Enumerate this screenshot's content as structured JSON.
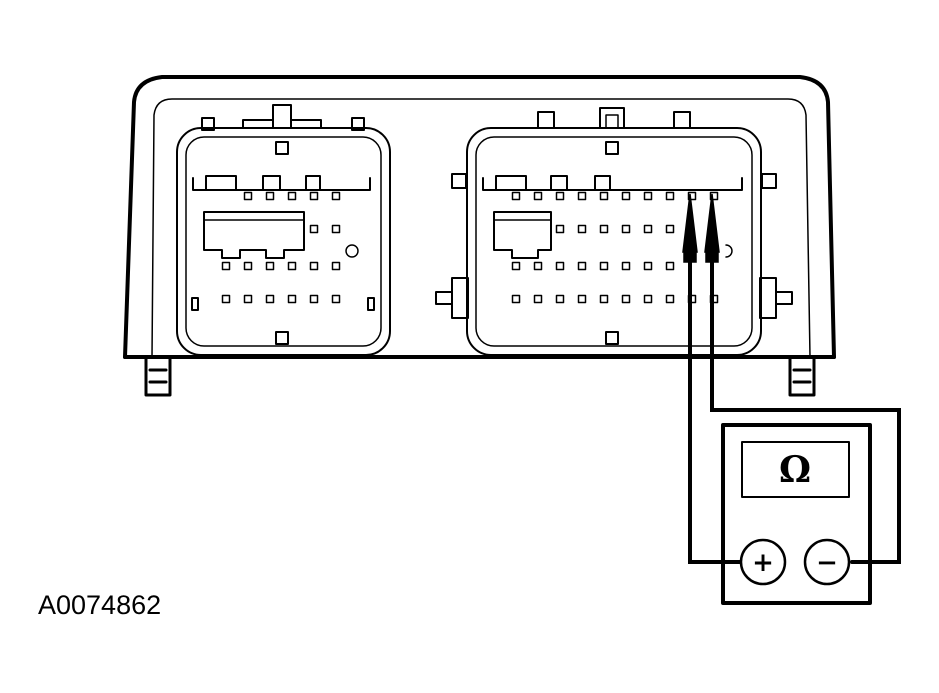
{
  "figure_id": "A0074862",
  "meter": {
    "display": "Ω",
    "positive_terminal": "+",
    "negative_terminal": "−"
  },
  "colors": {
    "ink": "#000000",
    "paper": "#ffffff"
  },
  "icons": [
    "ohm-symbol",
    "plus-terminal-icon",
    "minus-terminal-icon",
    "probe-arrow-icon"
  ]
}
